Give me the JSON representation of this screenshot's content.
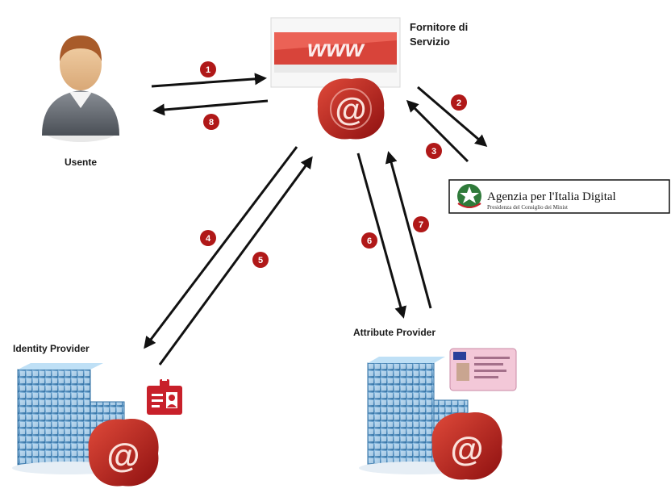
{
  "nodes": {
    "user": {
      "label": "Usente"
    },
    "service_provider": {
      "label_line1": "Fornitore di",
      "label_line2": "Servizio",
      "logo_text": "www"
    },
    "identity_provider": {
      "label": "Identity Provider"
    },
    "attribute_provider": {
      "label": "Attribute Provider"
    },
    "agid": {
      "title": "Agenzia per l'Italia Digital",
      "subtitle": "Presidenza del Consiglio dei Minist"
    }
  },
  "steps": [
    "1",
    "2",
    "3",
    "4",
    "5",
    "6",
    "7",
    "8"
  ],
  "colors": {
    "badge": "#b01818",
    "wax": "#b51a1a",
    "arrow": "#111111",
    "building": "#4f93c4",
    "id_card": "#c8202a"
  }
}
